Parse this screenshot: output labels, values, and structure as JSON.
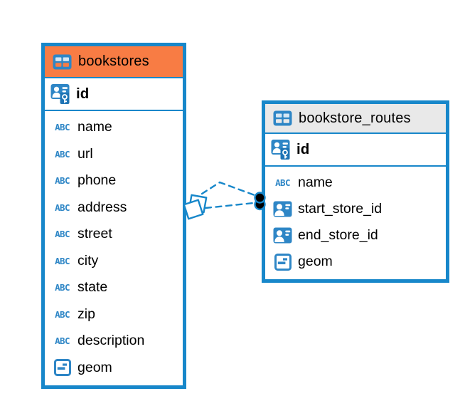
{
  "colors": {
    "accent_blue": "#1787CA",
    "icon_blue": "#2E86C6",
    "header_orange": "#F87C44",
    "header_gray": "#E9E9E9",
    "text_black": "#000000",
    "connector_dot_black": "#000000",
    "canvas_white": "#FFFFFF"
  },
  "icons": {
    "table_icon": "table-grid-icon",
    "primary_key_icon": "person-card-key-icon",
    "reference_icon": "person-card-icon",
    "geometry_icon": "geometry-square-icon",
    "text_type_glyph": "ABC"
  },
  "diagram": {
    "tables": [
      {
        "name": "bookstores",
        "header_color": "#F87C44",
        "primary_key": {
          "label": "id",
          "type": "primary-key"
        },
        "fields": [
          {
            "label": "name",
            "type": "text"
          },
          {
            "label": "url",
            "type": "text"
          },
          {
            "label": "phone",
            "type": "text"
          },
          {
            "label": "address",
            "type": "text"
          },
          {
            "label": "street",
            "type": "text"
          },
          {
            "label": "city",
            "type": "text"
          },
          {
            "label": "state",
            "type": "text"
          },
          {
            "label": "zip",
            "type": "text"
          },
          {
            "label": "description",
            "type": "text"
          },
          {
            "label": "geom",
            "type": "geometry"
          }
        ]
      },
      {
        "name": "bookstore_routes",
        "header_color": "#E9E9E9",
        "primary_key": {
          "label": "id",
          "type": "primary-key"
        },
        "fields": [
          {
            "label": "name",
            "type": "text"
          },
          {
            "label": "start_store_id",
            "type": "reference"
          },
          {
            "label": "end_store_id",
            "type": "reference"
          },
          {
            "label": "geom",
            "type": "geometry"
          }
        ]
      }
    ],
    "relationship": {
      "between": [
        "bookstores",
        "bookstore_routes"
      ],
      "line_style": "dashed",
      "line_count": 2,
      "left_marker": "overlapping-diamonds",
      "right_marker": "stacked-filled-dots"
    }
  }
}
